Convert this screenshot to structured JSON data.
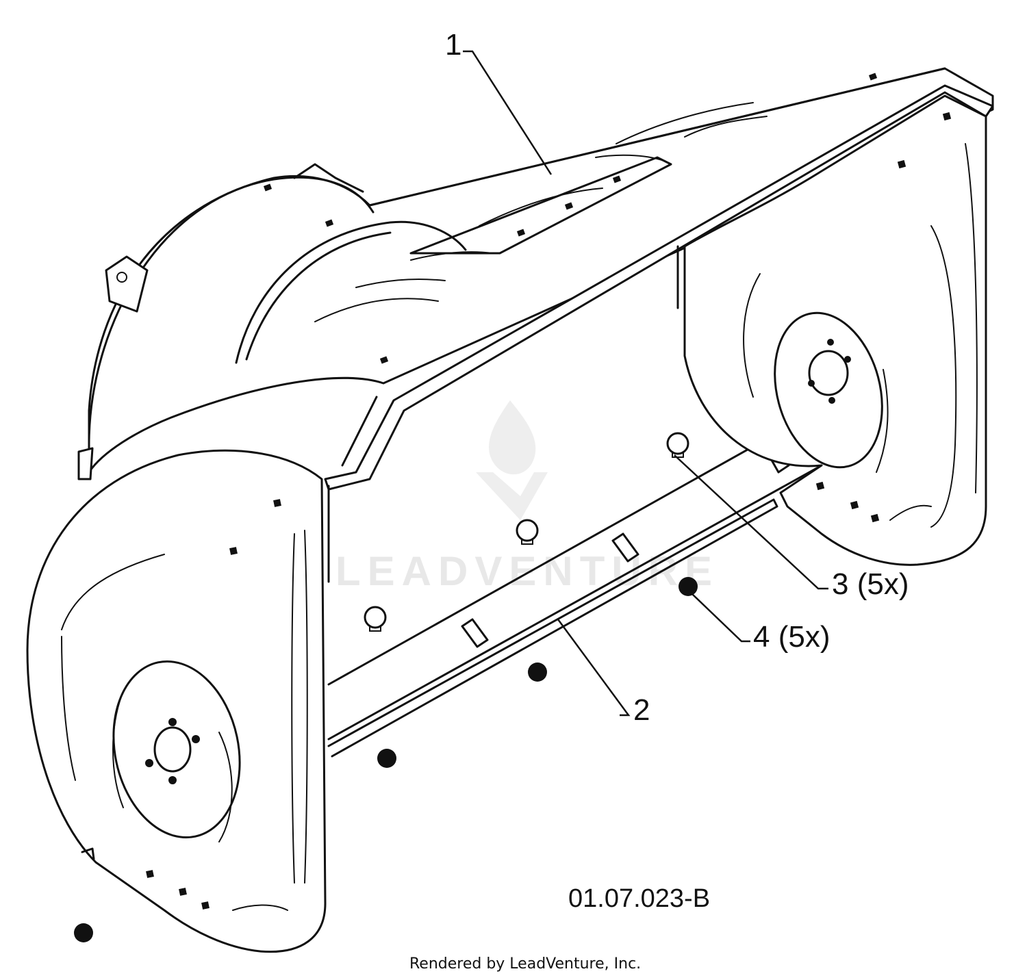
{
  "callouts": [
    {
      "id": "1",
      "text": "1"
    },
    {
      "id": "2",
      "text": "2"
    },
    {
      "id": "3",
      "text": "3 (5x)"
    },
    {
      "id": "4",
      "text": "4 (5x)"
    }
  ],
  "diagram_code": "01.07.023-B",
  "credit": "Rendered by LeadVenture, Inc.",
  "watermark": "LEADVENTURE",
  "colors": {
    "line": "#111111",
    "background": "#ffffff",
    "watermark": "#d9d9d9"
  }
}
